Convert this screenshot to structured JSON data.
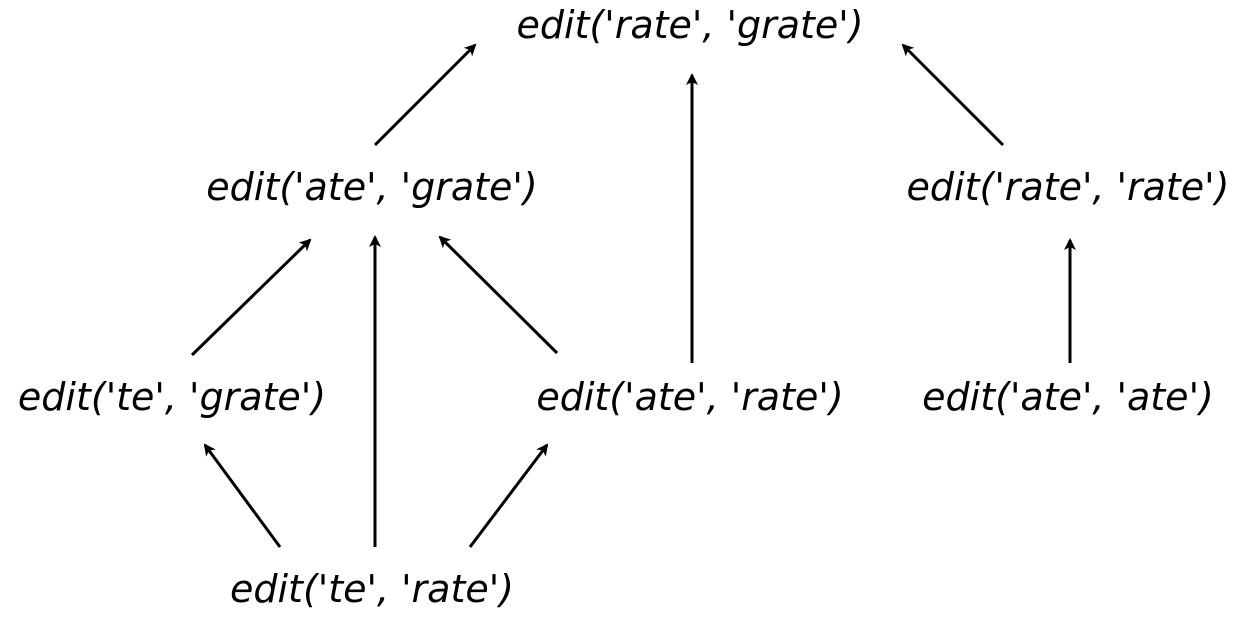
{
  "nodes": [
    {
      "id": "rate-grate",
      "label": "edit('rate', 'grate')"
    },
    {
      "id": "ate-grate",
      "label": "edit('ate', 'grate')"
    },
    {
      "id": "rate-rate",
      "label": "edit('rate', 'rate')"
    },
    {
      "id": "te-grate",
      "label": "edit('te', 'grate')"
    },
    {
      "id": "ate-rate",
      "label": "edit('ate', 'rate')"
    },
    {
      "id": "ate-ate",
      "label": "edit('ate', 'ate')"
    },
    {
      "id": "te-rate",
      "label": "edit('te', 'rate')"
    }
  ],
  "edges": [
    {
      "from": "ate-grate",
      "to": "rate-grate"
    },
    {
      "from": "ate-rate",
      "to": "rate-grate"
    },
    {
      "from": "rate-rate",
      "to": "rate-grate"
    },
    {
      "from": "te-grate",
      "to": "ate-grate"
    },
    {
      "from": "te-rate",
      "to": "ate-grate"
    },
    {
      "from": "ate-rate",
      "to": "ate-grate"
    },
    {
      "from": "ate-ate",
      "to": "rate-rate"
    },
    {
      "from": "te-rate",
      "to": "te-grate"
    },
    {
      "from": "te-rate",
      "to": "ate-rate"
    }
  ],
  "colors": {
    "stroke": "#000000",
    "text": "#000000",
    "background": "#ffffff"
  }
}
